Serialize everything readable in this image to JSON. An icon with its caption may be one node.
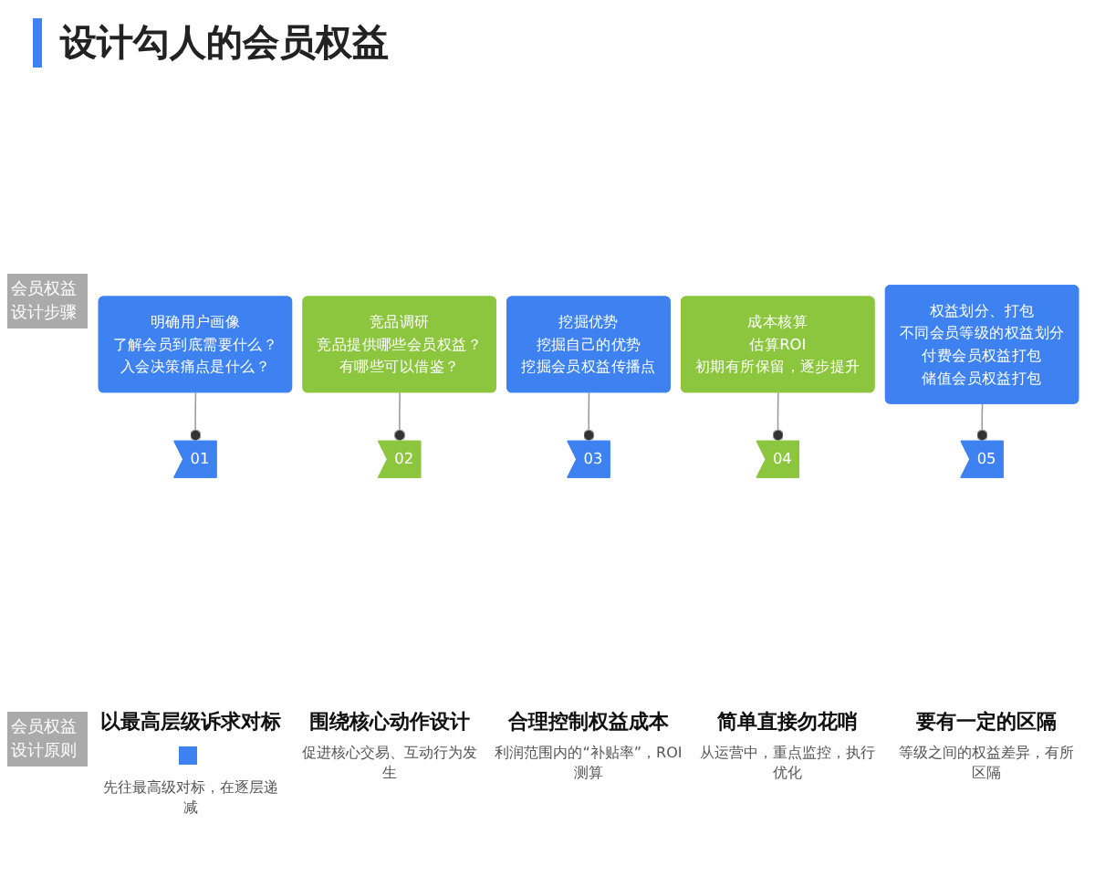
{
  "diagram": {
    "title": "设计勾人的会员权益",
    "nodes": [
      {
        "text": [
          "明确用户画像",
          "了解会员到底需要什么？",
          "入会决策痛点是什么？"
        ]
      },
      {
        "text": [
          "竞品调研",
          "竞品提供哪些会员权益？",
          "有哪些可以借鉴？"
        ]
      },
      {
        "text": [
          "挖掘优势",
          "挖掘自己的优势",
          "挖掘会员权益传播点"
        ]
      },
      {
        "text": [
          "成本核算",
          "估算ROI",
          "初期有所保留，逐步提升"
        ]
      },
      {
        "text": [
          "权益划分、打包",
          "不同会员等级的权益划分",
          "付费会员权益打包",
          "储值会员权益打包"
        ]
      },
      {
        "text": [
          "01"
        ]
      },
      {
        "text": [
          "02"
        ]
      },
      {
        "text": [
          "03"
        ]
      },
      {
        "text": [
          "04"
        ]
      },
      {
        "text": [
          "05"
        ]
      }
    ],
    "edges": [
      {
        "from": 0,
        "to": 5,
        "arrow": "other"
      },
      {
        "from": 1,
        "to": 6,
        "arrow": "other"
      },
      {
        "from": 2,
        "to": 7,
        "arrow": "other"
      },
      {
        "from": 3,
        "to": 8,
        "arrow": "other"
      },
      {
        "from": 4,
        "to": 9,
        "arrow": "other"
      }
    ],
    "labels": [
      "会员权益设计步骤",
      "会员权益设计原则",
      "以最高层级诉求对标",
      "围绕核心动作设计",
      "促进核心交易、互动行为发生",
      "合理控制权益成本",
      "利润范围内的“补贴率”，ROI测算",
      "简单直接勿花哨",
      "从运营中，重点监控，执行优化",
      "要有一定的区隔",
      "等级之间的权益差异，有所区隔"
    ],
    "legend": [
      {
        "text": "先往最高级对标，在逐层递减",
        "color": "#3d82f0"
      }
    ]
  }
}
